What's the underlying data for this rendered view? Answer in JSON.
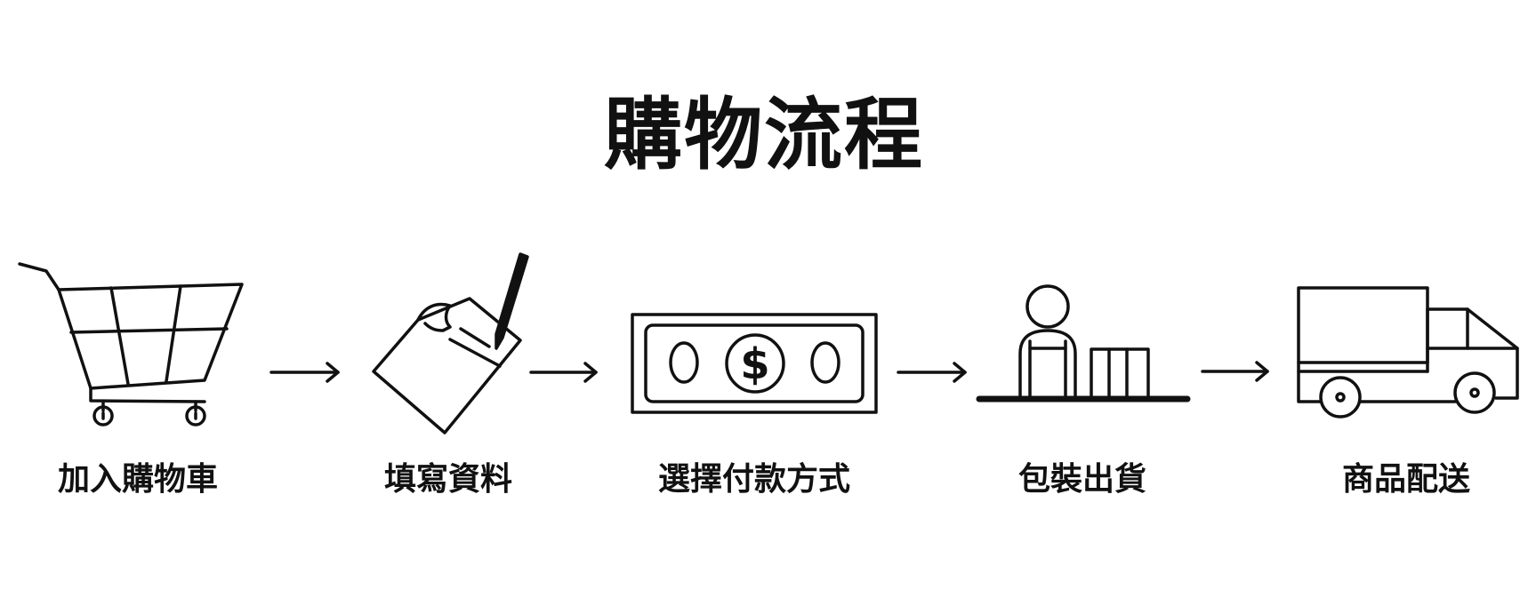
{
  "title": "購物流程",
  "steps": [
    {
      "label": "加入購物車",
      "icon": "shopping-cart-icon"
    },
    {
      "label": "填寫資料",
      "icon": "form-and-pen-icon"
    },
    {
      "label": "選擇付款方式",
      "icon": "banknote-icon"
    },
    {
      "label": "包裝出貨",
      "icon": "worker-packing-icon"
    },
    {
      "label": "商品配送",
      "icon": "delivery-truck-icon"
    }
  ],
  "banknote_symbol": "$",
  "colors": {
    "ink": "#111111",
    "background": "#ffffff"
  }
}
